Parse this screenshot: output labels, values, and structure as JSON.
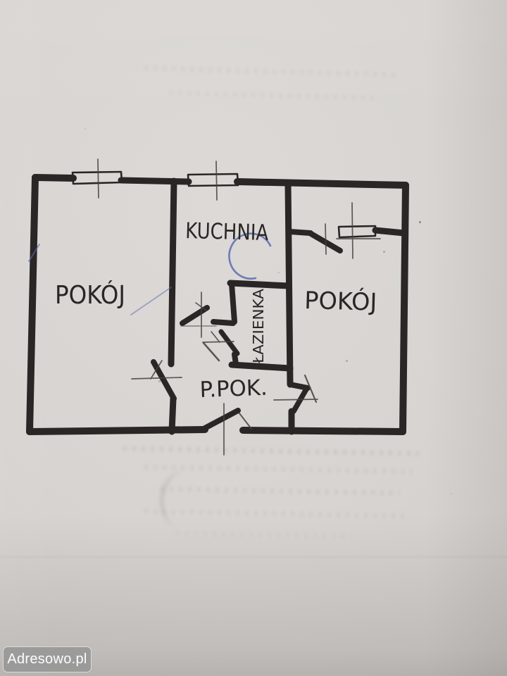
{
  "watermark": {
    "label": "Adresowo.pl"
  },
  "rooms": {
    "room_left": {
      "label": "POKÓJ"
    },
    "kitchen": {
      "label": "KUCHNIA"
    },
    "room_right": {
      "label": "POKÓJ"
    },
    "bathroom": {
      "label": "ŁAZIENKA"
    },
    "hall": {
      "label": "P.POK."
    }
  },
  "colors": {
    "ink": "#2b2626",
    "ink_thin": "#47413c",
    "blue_pen": "#5b6bb0",
    "paper": "#d6d3d1",
    "watermark_text": "#fdfdfd"
  }
}
